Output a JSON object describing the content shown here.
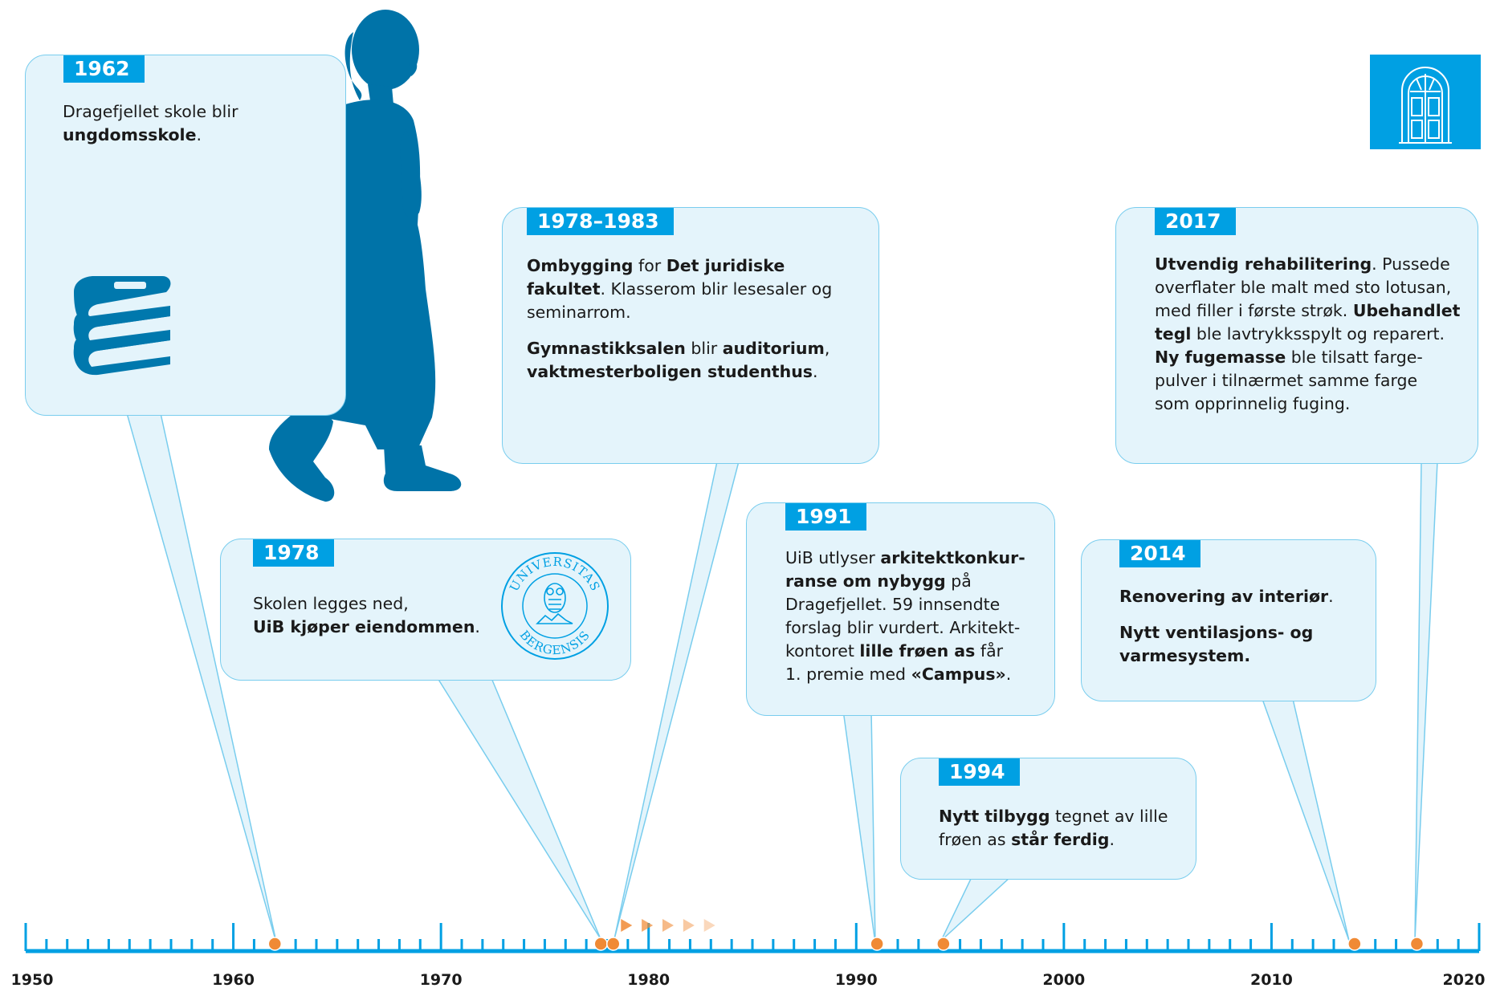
{
  "axis": {
    "start": 1950,
    "end": 2020,
    "labels": [
      "1950",
      "1960",
      "1970",
      "1980",
      "1990",
      "2000",
      "2010",
      "2020"
    ]
  },
  "colors": {
    "accent_blue": "#00a0e3",
    "bubble_fill": "#e4f4fb",
    "bubble_border": "#79cdee",
    "marker_orange": "#f08a35",
    "silhouette": "#0073a8"
  },
  "markers": [
    1962,
    1977.7,
    1978.3,
    1991,
    1994.2,
    2014,
    2017
  ],
  "arrow_years": [
    1978.9,
    1979.9,
    1980.9,
    1981.9,
    1982.9
  ],
  "events": [
    {
      "year_label": "1962",
      "lines": [
        [
          {
            "t": "Dragefjellet skole blir",
            "b": false
          }
        ],
        [
          {
            "t": "ungdomsskole",
            "b": true
          },
          {
            "t": ".",
            "b": false
          }
        ]
      ]
    },
    {
      "year_label": "1978",
      "lines": [
        [
          {
            "t": "Skolen legges ned,",
            "b": false
          }
        ],
        [
          {
            "t": "UiB kjøper eiendommen",
            "b": true
          },
          {
            "t": ".",
            "b": false
          }
        ]
      ]
    },
    {
      "year_label": "1978–1983",
      "paragraphs": [
        [
          [
            {
              "t": "Ombygging",
              "b": true
            },
            {
              "t": " for ",
              "b": false
            },
            {
              "t": "Det juridiske",
              "b": true
            }
          ],
          [
            {
              "t": "fakultet",
              "b": true
            },
            {
              "t": ". Klasserom blir lesesaler og",
              "b": false
            }
          ],
          [
            {
              "t": "seminarrom.",
              "b": false
            }
          ]
        ],
        [
          [
            {
              "t": "Gymnastikksalen",
              "b": true
            },
            {
              "t": " blir ",
              "b": false
            },
            {
              "t": "auditorium",
              "b": true
            },
            {
              "t": ",",
              "b": false
            }
          ],
          [
            {
              "t": "vaktmesterboligen studenthus",
              "b": true
            },
            {
              "t": ".",
              "b": false
            }
          ]
        ]
      ]
    },
    {
      "year_label": "1991",
      "lines": [
        [
          {
            "t": "UiB utlyser ",
            "b": false
          },
          {
            "t": "arkitektkonkur-",
            "b": true
          }
        ],
        [
          {
            "t": "ranse om nybygg",
            "b": true
          },
          {
            "t": " på",
            "b": false
          }
        ],
        [
          {
            "t": "Dragefjellet. 59 innsendte",
            "b": false
          }
        ],
        [
          {
            "t": "forslag blir vurdert. Arkitekt-",
            "b": false
          }
        ],
        [
          {
            "t": "kontoret ",
            "b": false
          },
          {
            "t": "lille frøen as",
            "b": true
          },
          {
            "t": " får",
            "b": false
          }
        ],
        [
          {
            "t": "1. premie med ",
            "b": false
          },
          {
            "t": "«Campus»",
            "b": true
          },
          {
            "t": ".",
            "b": false
          }
        ]
      ]
    },
    {
      "year_label": "1994",
      "lines": [
        [
          {
            "t": "Nytt tilbygg",
            "b": true
          },
          {
            "t": " tegnet av lille",
            "b": false
          }
        ],
        [
          {
            "t": "frøen as ",
            "b": false
          },
          {
            "t": "står ferdig",
            "b": true
          },
          {
            "t": ".",
            "b": false
          }
        ]
      ]
    },
    {
      "year_label": "2014",
      "paragraphs": [
        [
          [
            {
              "t": "Renovering av interiør",
              "b": true
            },
            {
              "t": ".",
              "b": false
            }
          ]
        ],
        [
          [
            {
              "t": "Nytt ventilasjons- og",
              "b": true
            }
          ],
          [
            {
              "t": "varmesystem.",
              "b": true
            }
          ]
        ]
      ]
    },
    {
      "year_label": "2017",
      "lines": [
        [
          {
            "t": "Utvendig rehabilitering",
            "b": true
          },
          {
            "t": ". Pussede",
            "b": false
          }
        ],
        [
          {
            "t": "overflater ble malt med sto lotusan,",
            "b": false
          }
        ],
        [
          {
            "t": "med filler i første strøk. ",
            "b": false
          },
          {
            "t": "Ubehandlet",
            "b": true
          }
        ],
        [
          {
            "t": "tegl",
            "b": true
          },
          {
            "t": " ble lavtrykksspylt og reparert.",
            "b": false
          }
        ],
        [
          {
            "t": "Ny fugemasse",
            "b": true
          },
          {
            "t": " ble tilsatt farge-",
            "b": false
          }
        ],
        [
          {
            "t": "pulver i tilnærmet samme farge",
            "b": false
          }
        ],
        [
          {
            "t": "som opprinnelig fuging.",
            "b": false
          }
        ]
      ]
    }
  ],
  "seal_text": {
    "top": "UNIVERSITAS",
    "bottom": "BERGENSIS"
  },
  "icons": {
    "books": "books-icon",
    "seal": "uib-seal-icon",
    "door": "door-icon",
    "person": "walking-person-silhouette"
  }
}
